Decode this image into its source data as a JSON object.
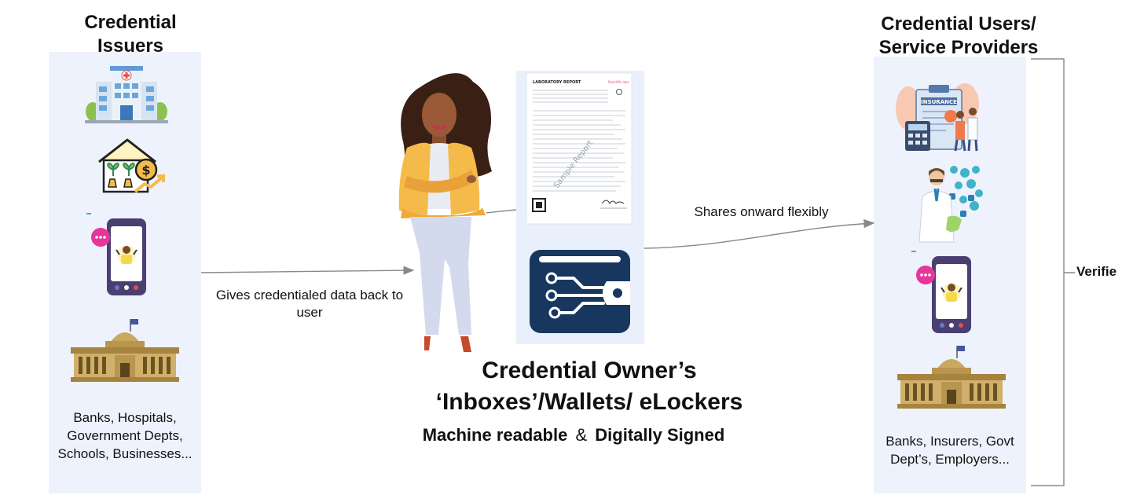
{
  "issuers": {
    "title": "Credential Issuers",
    "caption": "Banks, Hospitals, Government Depts, Schools, Businesses..."
  },
  "users": {
    "title": "Credential Users/\nService Providers",
    "caption": "Banks, Insurers, Govt Dept’s, Employers..."
  },
  "owner": {
    "title": "Credential Owner’s ‘Inboxes’/Wallets/ eLockers",
    "subtitle_part1": "Machine readable",
    "subtitle_amp": "&",
    "subtitle_part2": "Digitally Signed"
  },
  "edges": {
    "give": "Gives credentialed data back to user",
    "share": "Shares onward flexibly"
  },
  "verifier": "Verifie",
  "report": {
    "header": "LABORATORY REPORT",
    "brand": "Redcliffe labs",
    "watermark": "Sample Report",
    "insurance_label": "INSURANCE"
  },
  "colors": {
    "panel": "#eef2fc",
    "wallet": "#17375e",
    "arrow": "#888888",
    "jacket": "#f5bb4a",
    "pants": "#d4daee",
    "phone": "#4b3f72",
    "bubble": "#e8359b",
    "building": "#b89650"
  },
  "icons": [
    "hospital-icon",
    "home-finance-icon",
    "phone-call-icon",
    "government-building-icon",
    "insurance-form-icon",
    "doctor-icon",
    "wallet-circuit-icon",
    "lab-report-icon"
  ]
}
